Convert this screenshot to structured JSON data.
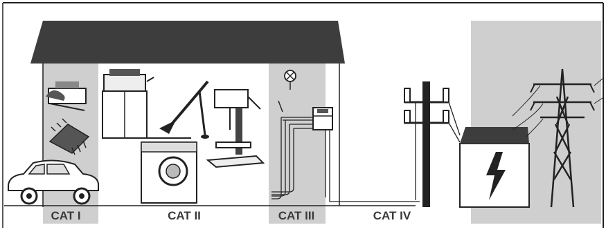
{
  "categories": [
    {
      "id": "cat1",
      "label": "CAT I"
    },
    {
      "id": "cat2",
      "label": "CAT II"
    },
    {
      "id": "cat3",
      "label": "CAT III"
    },
    {
      "id": "cat4",
      "label": "CAT IV"
    }
  ],
  "colors": {
    "roof": "#3d3d3d",
    "zone_shade": "#cfcfcf",
    "line": "#222222",
    "label": "#3a3a3a"
  },
  "icons": [
    "car-icon",
    "telephone-icon",
    "circuit-board-icon",
    "copier-icon",
    "desk-lamp-icon",
    "drill-press-icon",
    "washing-machine-icon",
    "lamp-icon",
    "meter-icon",
    "utility-pole-icon",
    "transformer-icon",
    "lightning-bolt-icon",
    "pylon-icon"
  ]
}
